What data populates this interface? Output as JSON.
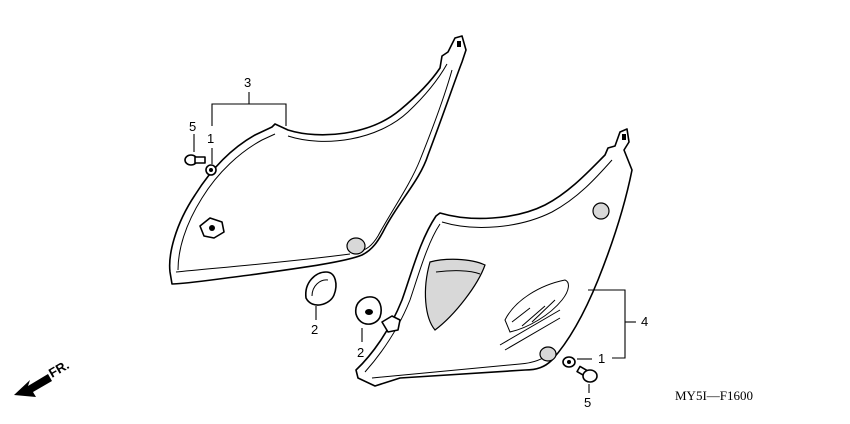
{
  "callouts": {
    "left_cover_set": "3",
    "left_collar": "1",
    "left_bolt": "5",
    "left_grommet": "2",
    "right_grommet": "2",
    "right_cover_set": "4",
    "right_collar": "1",
    "right_bolt": "5"
  },
  "front_indicator": "FR.",
  "diagram_code": "MY5I—F1600"
}
